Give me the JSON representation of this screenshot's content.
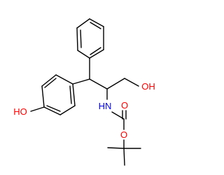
{
  "diagram": {
    "type": "chemical-structure",
    "atom_labels": {
      "hydroxyl_phenol": "HO",
      "hydroxyl_primary": "OH",
      "amine": "HN",
      "ester_oxygen": "O",
      "carbonyl_oxygen": "O"
    },
    "colors": {
      "bond": "#000000",
      "oxygen": "#ff0000",
      "nitrogen": "#0000ff",
      "background": "#ffffff"
    }
  }
}
